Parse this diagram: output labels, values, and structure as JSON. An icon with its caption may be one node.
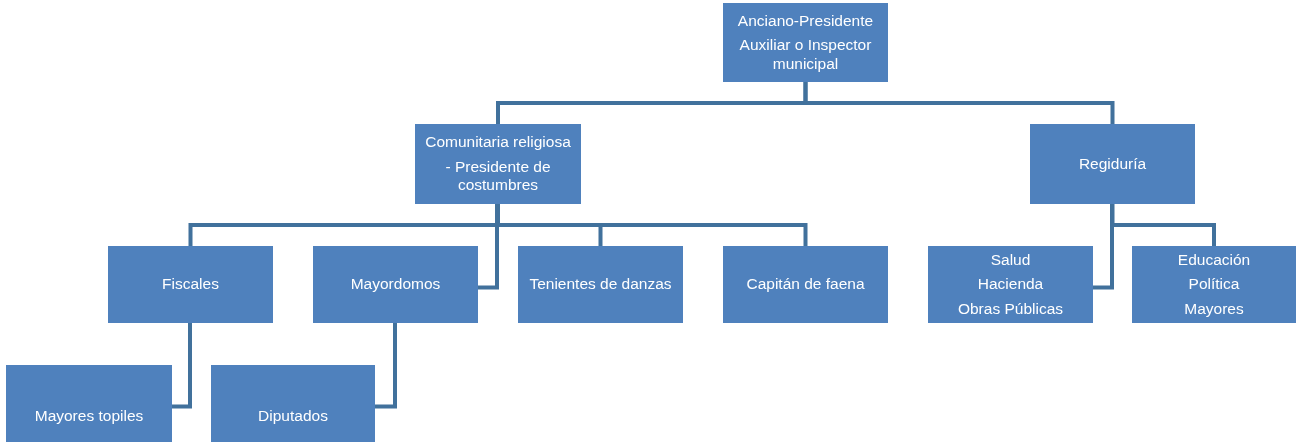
{
  "diagram": {
    "nodes": [
      {
        "text": [
          "Anciano-Presidente",
          "Auxiliar o Inspector municipal"
        ]
      },
      {
        "text": [
          "Comunitaria religiosa",
          "- Presidente de costumbres"
        ]
      },
      {
        "text": [
          "Regiduría"
        ]
      },
      {
        "text": [
          "Fiscales"
        ]
      },
      {
        "text": [
          "Mayordomos"
        ]
      },
      {
        "text": [
          "Tenientes de danzas"
        ]
      },
      {
        "text": [
          "Capitán de faena"
        ]
      },
      {
        "text": [
          "Salud",
          "Hacienda",
          "Obras Públicas"
        ]
      },
      {
        "text": [
          "Educación",
          "Política",
          "Mayores"
        ]
      },
      {
        "text": [
          "Mayores topiles"
        ]
      },
      {
        "text": [
          "Diputados"
        ]
      }
    ],
    "edges": [
      {
        "from": 0,
        "to": 1,
        "arrow": "none"
      },
      {
        "from": 0,
        "to": 2,
        "arrow": "none"
      },
      {
        "from": 1,
        "to": 3,
        "arrow": "none"
      },
      {
        "from": 1,
        "to": 4,
        "arrow": "none"
      },
      {
        "from": 1,
        "to": 5,
        "arrow": "none"
      },
      {
        "from": 1,
        "to": 6,
        "arrow": "none"
      },
      {
        "from": 2,
        "to": 7,
        "arrow": "none"
      },
      {
        "from": 2,
        "to": 8,
        "arrow": "none"
      },
      {
        "from": 3,
        "to": 9,
        "arrow": "none"
      },
      {
        "from": 4,
        "to": 10,
        "arrow": "none"
      }
    ]
  }
}
